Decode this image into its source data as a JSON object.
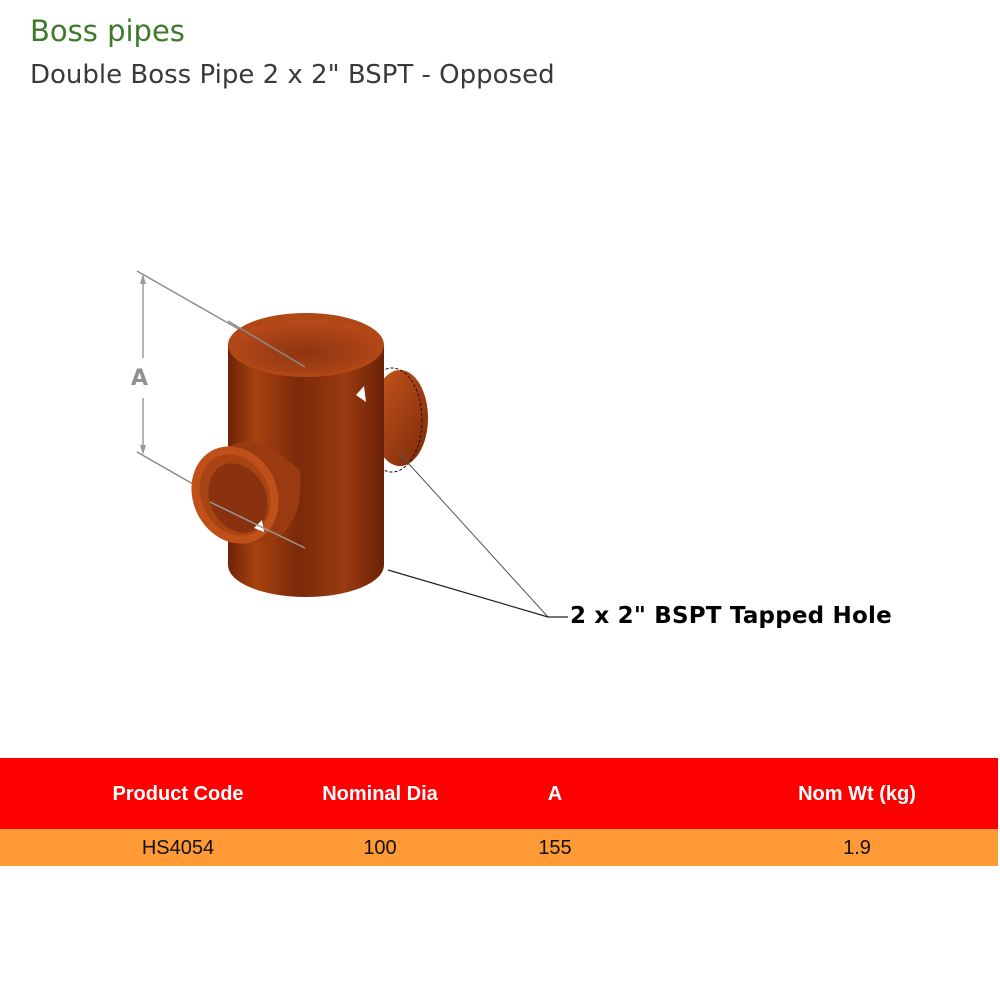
{
  "header": {
    "category": "Boss pipes",
    "product_name": "Double Boss Pipe 2 x 2\" BSPT - Opposed"
  },
  "diagram": {
    "dimension_label": "A",
    "callout": "2 x 2\" BSPT Tapped Hole",
    "pipe_color": "#b84a1a"
  },
  "table": {
    "header_color": "#ff0000",
    "row_color": "#ff9a36",
    "columns": [
      "Product Code",
      "Nominal Dia",
      "A",
      "Nom Wt (kg)"
    ],
    "rows": [
      [
        "HS4054",
        "100",
        "155",
        "1.9"
      ]
    ]
  }
}
